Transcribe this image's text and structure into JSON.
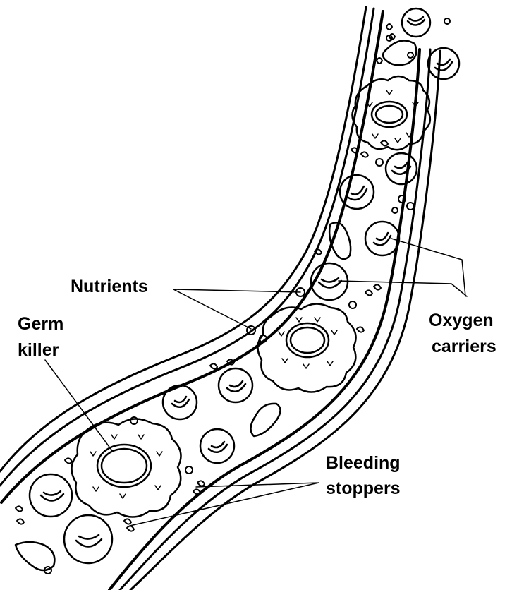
{
  "labels": {
    "nutrients": "Nutrients",
    "germ_killer_line1": "Germ",
    "germ_killer_line2": "killer",
    "oxygen_carriers_line1": "Oxygen",
    "oxygen_carriers_line2": "carriers",
    "bleeding_stoppers_line1": "Bleeding",
    "bleeding_stoppers_line2": "stoppers"
  },
  "colors": {
    "ink": "#000000",
    "background": "#ffffff"
  },
  "icons": {
    "vessel": "blood-vessel-icon",
    "red_cell": "red-blood-cell-icon",
    "white_cell": "white-blood-cell-icon",
    "platelet": "platelet-icon",
    "nutrient": "nutrient-particle-icon"
  }
}
